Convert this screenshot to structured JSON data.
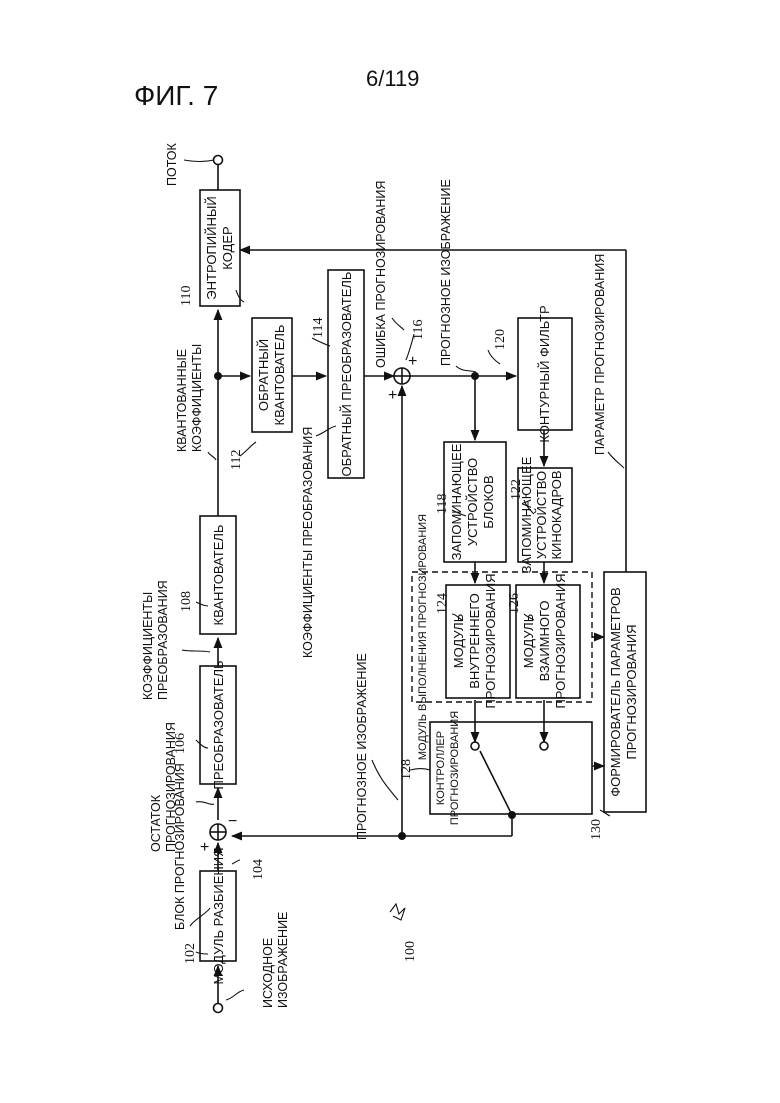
{
  "header": {
    "figure": "ФИГ. 7",
    "page": "6/119"
  },
  "blocks": {
    "splitter": "МОДУЛЬ РАЗБИЕНИЯ",
    "transformer": "ПРЕОБРАЗОВАТЕЛЬ",
    "quantizer": "КВАНТОВАТЕЛЬ",
    "inverse_quantizer": [
      "ОБРАТНЫЙ",
      "КВАНТОВАТЕЛЬ"
    ],
    "entropy_coder": [
      "ЭНТРОПИЙНЫЙ",
      "КОДЕР"
    ],
    "inverse_transformer": "ОБРАТНЫЙ ПРЕОБРАЗОВАТЕЛЬ",
    "block_memory": [
      "ЗАПОМИНАЮЩЕЕ",
      "УСТРОЙСТВО",
      "БЛОКОВ"
    ],
    "loop_filter": "КОНТУРНЫЙ ФИЛЬТР",
    "frame_memory": [
      "ЗАПОМИНАЮЩЕЕ",
      "УСТРОЙСТВО",
      "КИНОКАДРОВ"
    ],
    "prediction_module": "МОДУЛЬ ВЫПОЛНЕНИЯ ПРОГНОЗИРОВАНИЯ",
    "intra_prediction": [
      "МОДУЛЬ",
      "ВНУТРЕННЕГО",
      "ПРОГНОЗИРОВАНИЯ"
    ],
    "inter_prediction": [
      "МОДУЛЬ",
      "ВЗАИМНОГО",
      "ПРОГНОЗИРОВАНИЯ"
    ],
    "prediction_controller": [
      "КОНТРОЛЛЕР",
      "ПРОГНОЗИРОВАНИЯ"
    ],
    "parameter_generator": [
      "ФОРМИРОВАТЕЛЬ ПАРАМЕТРОВ",
      "ПРОГНОЗИРОВАНИЯ"
    ]
  },
  "labels": {
    "source_image": [
      "ИСХОДНОЕ",
      "ИЗОБРАЖЕНИЕ"
    ],
    "prediction_block": "БЛОК ПРОГНОЗИРОВАНИЯ",
    "residual": [
      "ОСТАТОК",
      "ПРОГНОЗИРОВАНИЯ"
    ],
    "transform_coefficients_1": [
      "КОЭФФИЦИЕНТЫ",
      "ПРЕОБРАЗОВАНИЯ"
    ],
    "quantized_coefficients": [
      "КВАНТОВАННЫЕ",
      "КОЭФФИЦИЕНТЫ"
    ],
    "stream": "ПОТОК",
    "transform_coefficients_2": "КОЭФФИЦИЕНТЫ ПРЕОБРАЗОВАНИЯ",
    "prediction_error": "ОШИБКА ПРОГНОЗИРОВАНИЯ",
    "prediction_image_1": "ПРОГНОЗНОЕ ИЗОБРАЖЕНИЕ",
    "prediction_image_2": "ПРОГНОЗНОЕ ИЗОБРАЖЕНИЕ",
    "prediction_parameter": "ПАРАМЕТР ПРОГНОЗИРОВАНИЯ"
  },
  "refs": {
    "r100": "100",
    "r102": "102",
    "r104": "104",
    "r106": "106",
    "r108": "108",
    "r110": "110",
    "r112": "112",
    "r114": "114",
    "r116": "116",
    "r118": "118",
    "r120": "120",
    "r122": "122",
    "r124": "124",
    "r126": "126",
    "r128": "128",
    "r130": "130"
  },
  "signs": {
    "plus": "+",
    "minus": "−"
  }
}
